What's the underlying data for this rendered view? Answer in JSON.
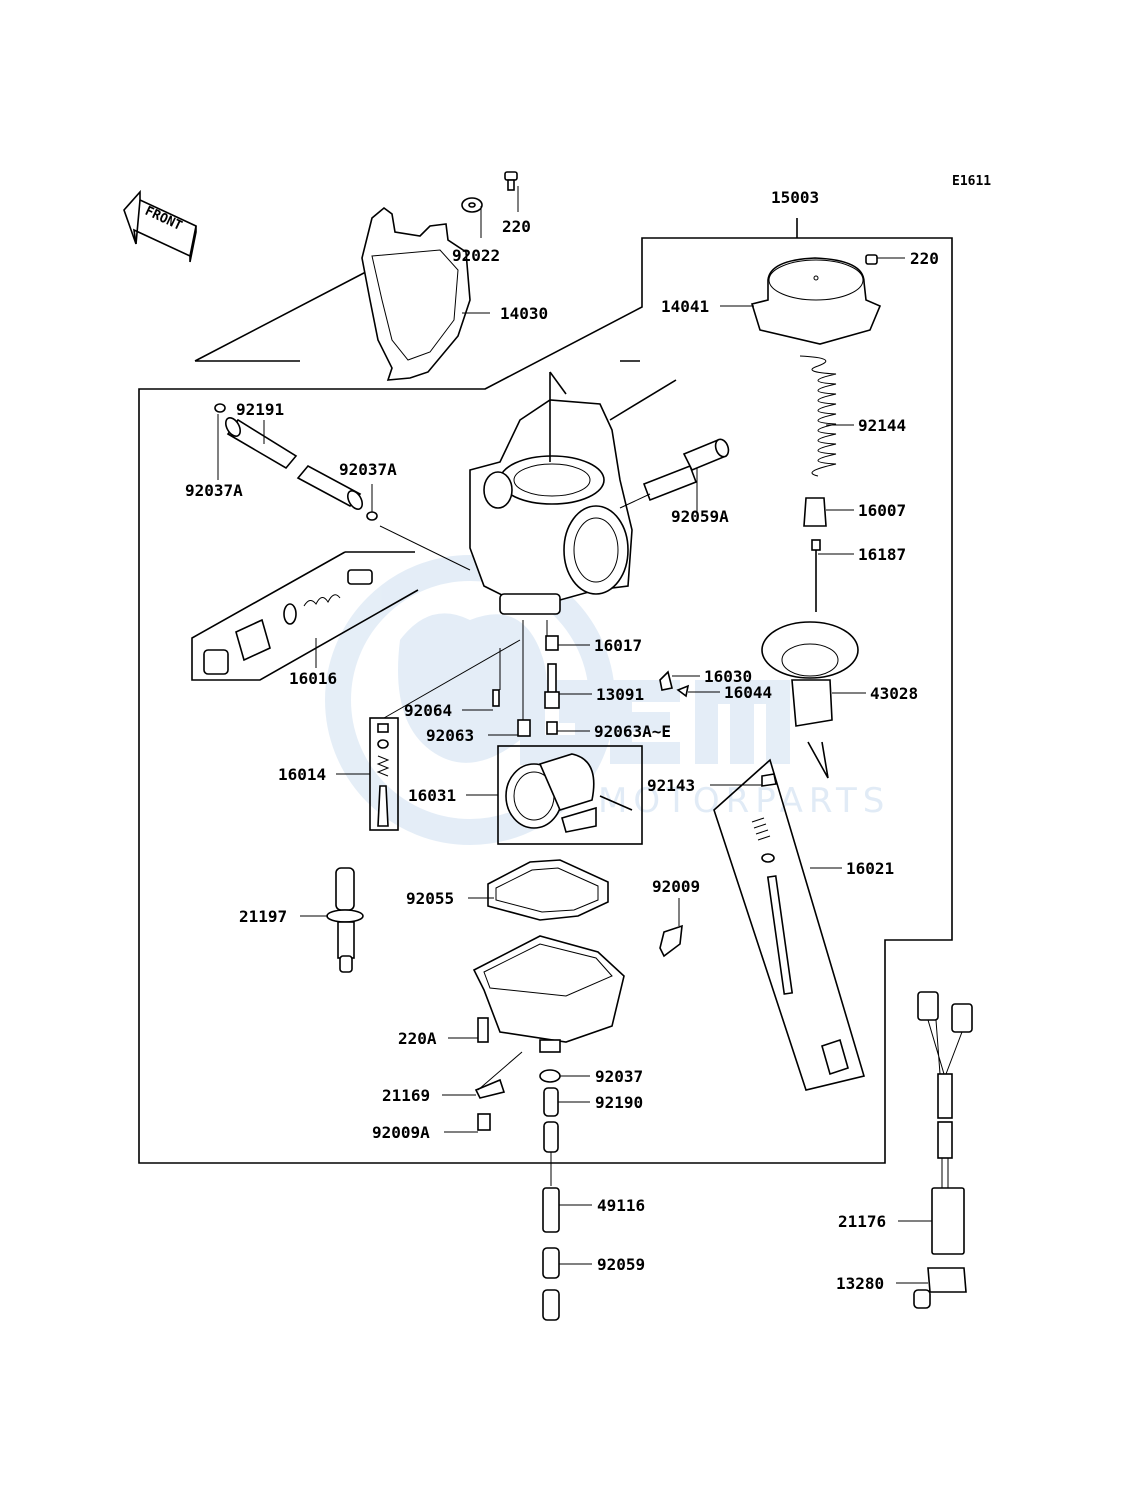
{
  "diagram_code": "E1611",
  "front_label": "FRONT",
  "watermark": {
    "brand": "GEM",
    "subtitle": "MOTORPARTS",
    "color": "#cfe0f1"
  },
  "callouts": {
    "220_top": "220",
    "92022": "92022",
    "14030": "14030",
    "15003": "15003",
    "220_right": "220",
    "14041": "14041",
    "92144": "92144",
    "16007": "16007",
    "16187": "16187",
    "92191": "92191",
    "92037A_left": "92037A",
    "92037A_right": "92037A",
    "92059A": "92059A",
    "16016": "16016",
    "16017": "16017",
    "16030": "16030",
    "16044": "16044",
    "43028": "43028",
    "13091": "13091",
    "92064": "92064",
    "92063": "92063",
    "92063A_E": "92063A~E",
    "16014": "16014",
    "16031": "16031",
    "92143": "92143",
    "16021": "16021",
    "92055": "92055",
    "92009": "92009",
    "21197": "21197",
    "220A": "220A",
    "92037": "92037",
    "21169": "21169",
    "92190": "92190",
    "92009A": "92009A",
    "49116": "49116",
    "92059": "92059",
    "21176": "21176",
    "13280": "13280"
  }
}
